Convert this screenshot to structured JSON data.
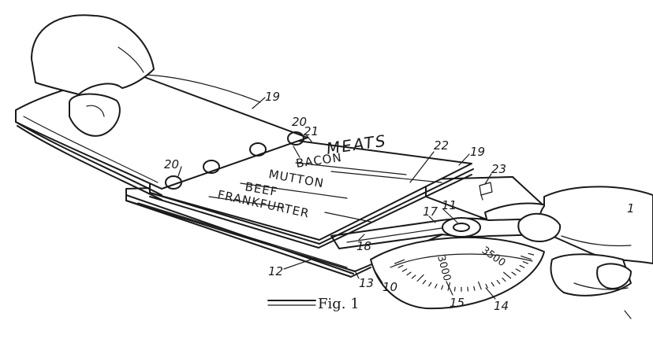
{
  "heading": "MEATS",
  "menu_items": [
    "BACON",
    "MUTTON",
    "BEEF",
    "FRANKFURTER"
  ],
  "scale_values": [
    "3000",
    "3500"
  ],
  "figure_label": "Fig. 1",
  "reference_numerals": {
    "n19_top": "19",
    "n19_right": "19",
    "n20_left": "20",
    "n20_top": "20",
    "n21": "21",
    "n22": "22",
    "n23": "23",
    "n11": "11",
    "n17": "17",
    "n18": "18",
    "n12": "12",
    "n13": "13",
    "n10": "10",
    "n15": "15",
    "n14": "14",
    "n1": "1"
  }
}
